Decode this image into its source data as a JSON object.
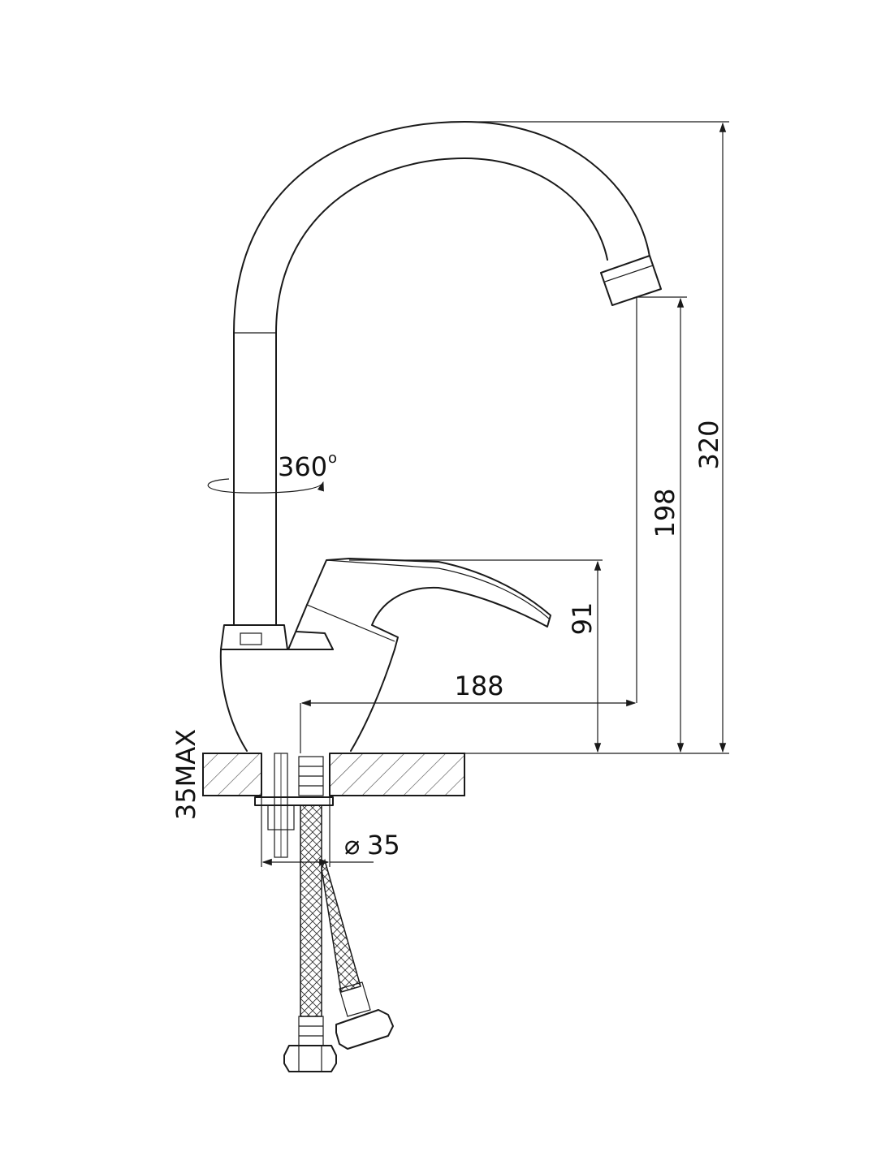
{
  "diagram": {
    "dimensions": {
      "total_height": "320",
      "spout_height": "198",
      "lever_height": "91",
      "spout_reach": "188",
      "mount_max": "35MAX",
      "hole_diameter": "35",
      "rotation": "360",
      "rotation_unit": "o"
    },
    "symbols": {
      "diameter": "⌀"
    },
    "colors": {
      "line": "#1a1a1a",
      "background": "#ffffff"
    }
  }
}
